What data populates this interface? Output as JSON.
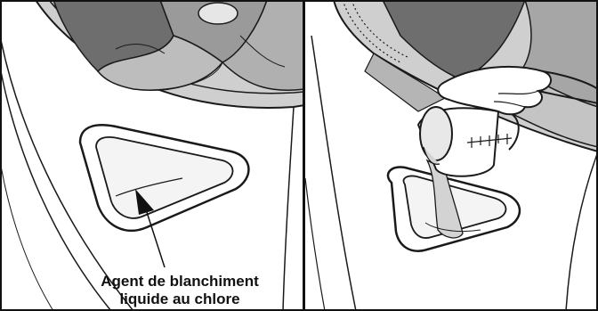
{
  "figure": {
    "callout": {
      "line1": "Agent de blanchiment",
      "line2": "liquide au chlore"
    },
    "panels": [
      {
        "name": "dispenser-panel",
        "depicts": "bleach-dispenser-icon"
      },
      {
        "name": "pouring-panel",
        "depicts": "measuring-cup-pouring-icon"
      }
    ],
    "colors": {
      "frame": "#111111",
      "ink": "#1a1a1a",
      "clothing_dark": "#6e6e6e",
      "clothing_mid": "#9a9a9a",
      "clothing_light": "#c4c4c4",
      "liquid": "#d3d3d3",
      "dispenser": "#ffffff"
    }
  }
}
